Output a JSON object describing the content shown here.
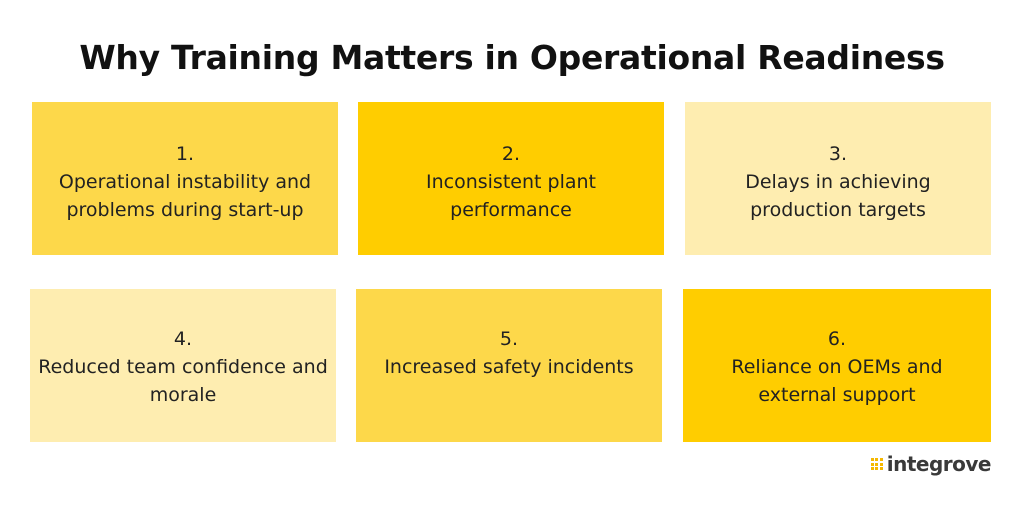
{
  "title": "Why Training Matters in Operational Readiness",
  "cards": [
    {
      "number": "1.",
      "text": "Operational instability and problems during start-up",
      "color": "#FDD84A"
    },
    {
      "number": "2.",
      "text": "Inconsistent plant performance",
      "color": "#FFCD00"
    },
    {
      "number": "3.",
      "text": "Delays in achieving production targets",
      "color": "#FEEDB0"
    },
    {
      "number": "4.",
      "text": "Reduced team confidence and morale",
      "color": "#FEEDB0"
    },
    {
      "number": "5.",
      "text": "Increased safety incidents",
      "color": "#FDD84A"
    },
    {
      "number": "6.",
      "text": "Reliance on OEMs and external support",
      "color": "#FFCD00"
    }
  ],
  "logo": {
    "text": "integrove",
    "icon": "dot-grid-icon",
    "accent": "#F5B800"
  }
}
